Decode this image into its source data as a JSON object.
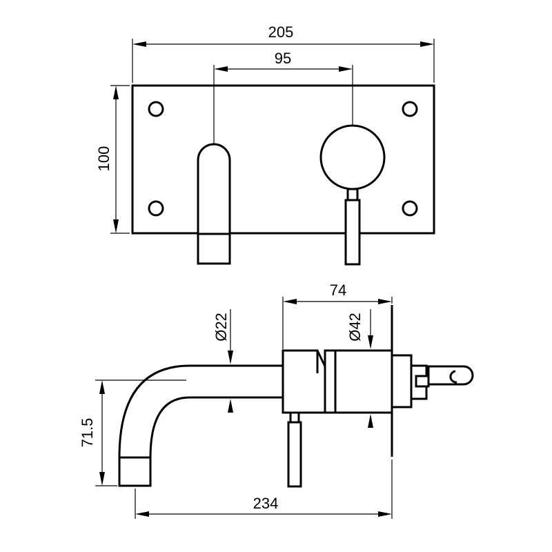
{
  "dimensions": {
    "plate_width": "205",
    "handle_spacing": "95",
    "plate_height": "100",
    "body_length": "74",
    "spout_diameter": "Ø22",
    "body_diameter": "Ø42",
    "spout_drop": "71.5",
    "total_length": "234"
  }
}
